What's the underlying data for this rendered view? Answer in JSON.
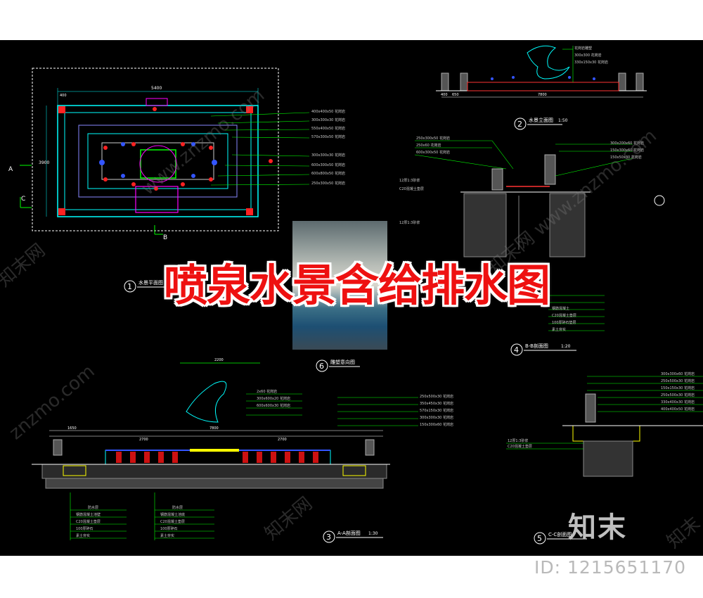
{
  "title": "喷泉水景含给排水图",
  "logo": "知末",
  "id_label": "ID: 1215651170",
  "watermarks": [
    "www.znzmo.com",
    "知末网",
    "知末网 www.znzmo.com",
    "知末网",
    "znzmo.com",
    "知末",
    "知末"
  ],
  "views": [
    {
      "num": "1",
      "label": "水景平面图"
    },
    {
      "num": "2",
      "label": "水景立面图",
      "scale": "1:50"
    },
    {
      "num": "3",
      "label": "A-A剖面图",
      "scale": "1:30"
    },
    {
      "num": "4",
      "label": "B-B剖面图",
      "scale": "1:20"
    },
    {
      "num": "5",
      "label": "C-C剖面图"
    },
    {
      "num": "6",
      "label": "雕塑意向图"
    }
  ],
  "plan": {
    "dims": {
      "total_w": "5400",
      "side": "400",
      "total_h": "3900"
    },
    "markers": {
      "a": "A",
      "b": "B",
      "c": "C"
    }
  },
  "elevation": {
    "dims": {
      "center": "7800",
      "side": "650",
      "edge": "400"
    }
  },
  "section_a": {
    "dims": {
      "top": "2200",
      "center": "7800",
      "left": "2700",
      "right": "2700",
      "side": "1650"
    }
  },
  "colors": {
    "background": "#000000",
    "line_cyan": "#00ffff",
    "line_green": "#00ff00",
    "line_yellow": "#ffff00",
    "accent_red": "#ff0000",
    "title_red": "#ee1111"
  }
}
